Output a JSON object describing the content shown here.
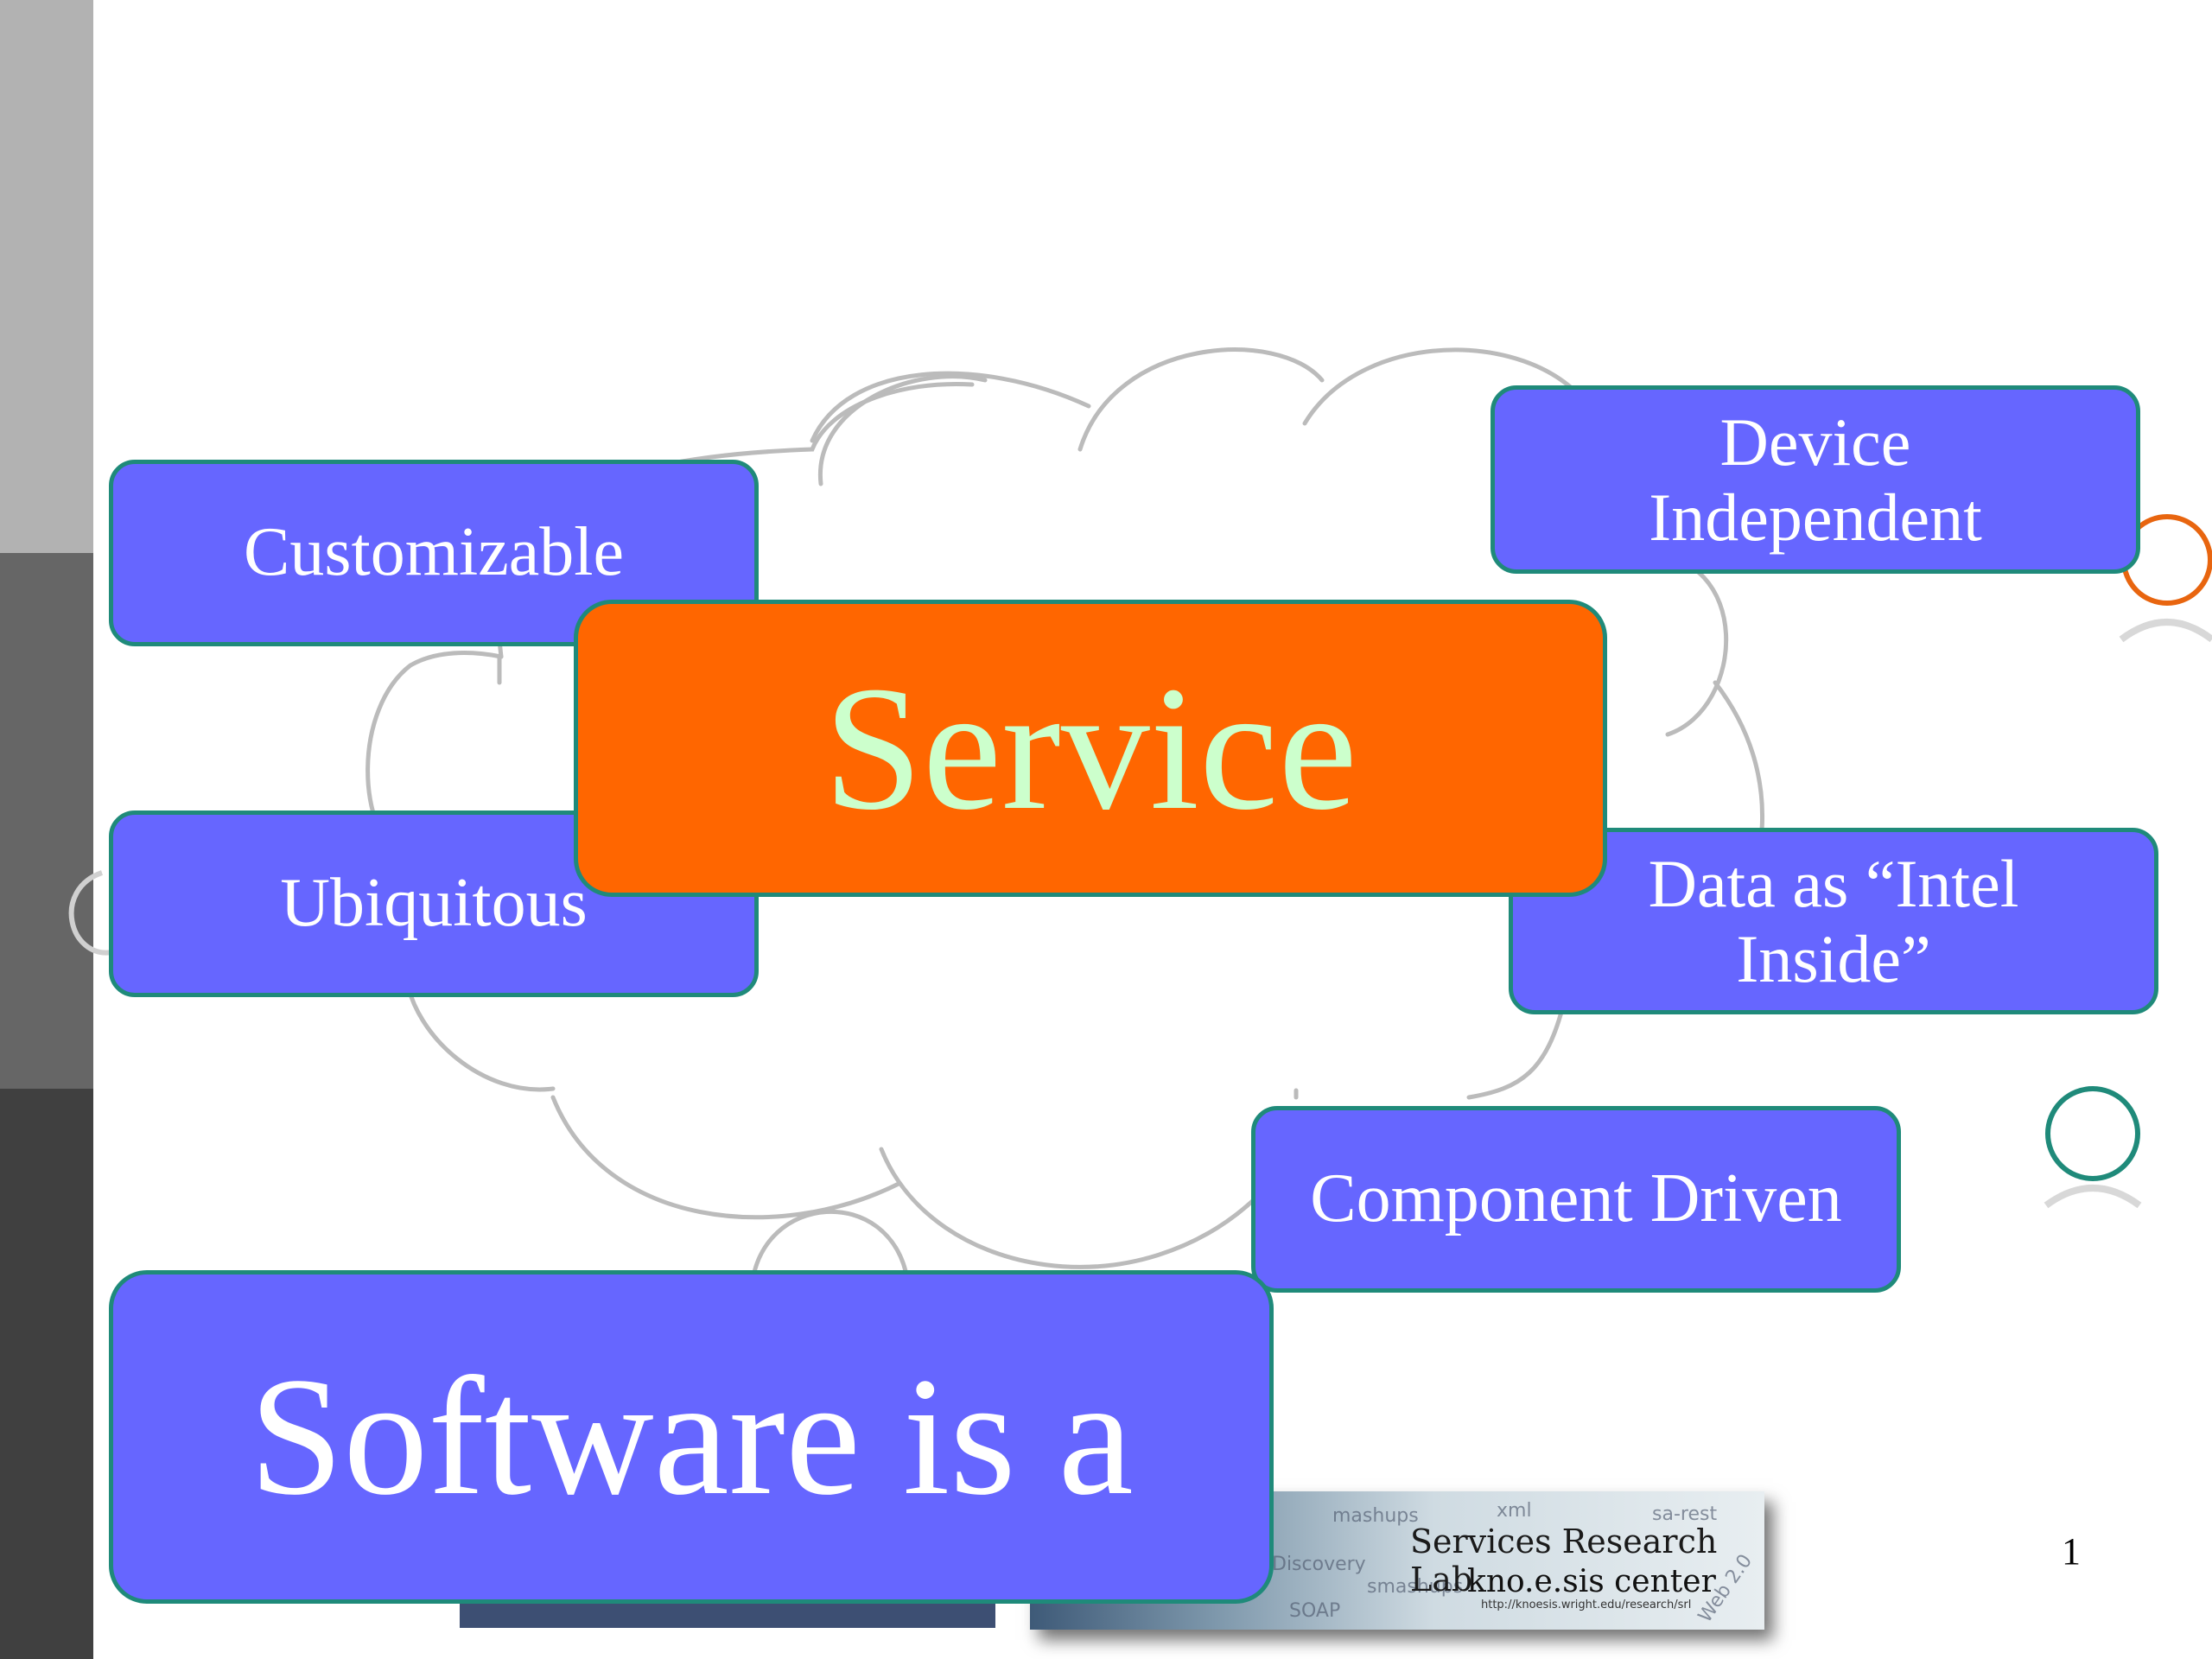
{
  "slide": {
    "boxes": {
      "customizable": "Customizable",
      "ubiquitous": "Ubiquitous",
      "device_line1": "Device",
      "device_line2": "Independent",
      "data_line1": "Data as “Intel",
      "data_line2": "Inside”",
      "component": "Component Driven",
      "service": "Service",
      "software": "Software is a"
    },
    "logo": {
      "lab_name": "Services Research Lab",
      "center_name": "kno.e.sis center",
      "url": "http://knoesis.wright.edu/research/srl",
      "bg_words": [
        "xml",
        "sa-rest",
        "mashups",
        "Discovery",
        "smashups",
        "SOAP",
        "Web 2.0"
      ]
    },
    "page_number": "1"
  },
  "colors": {
    "box_fill": "#6666ff",
    "box_border": "#1f8a7a",
    "service_fill": "#ff6600",
    "service_text": "#ccffcc",
    "cloud_stroke": "#bbbbbb",
    "ring_orange": "#e8650f",
    "ring_green": "#1f8a7a"
  }
}
